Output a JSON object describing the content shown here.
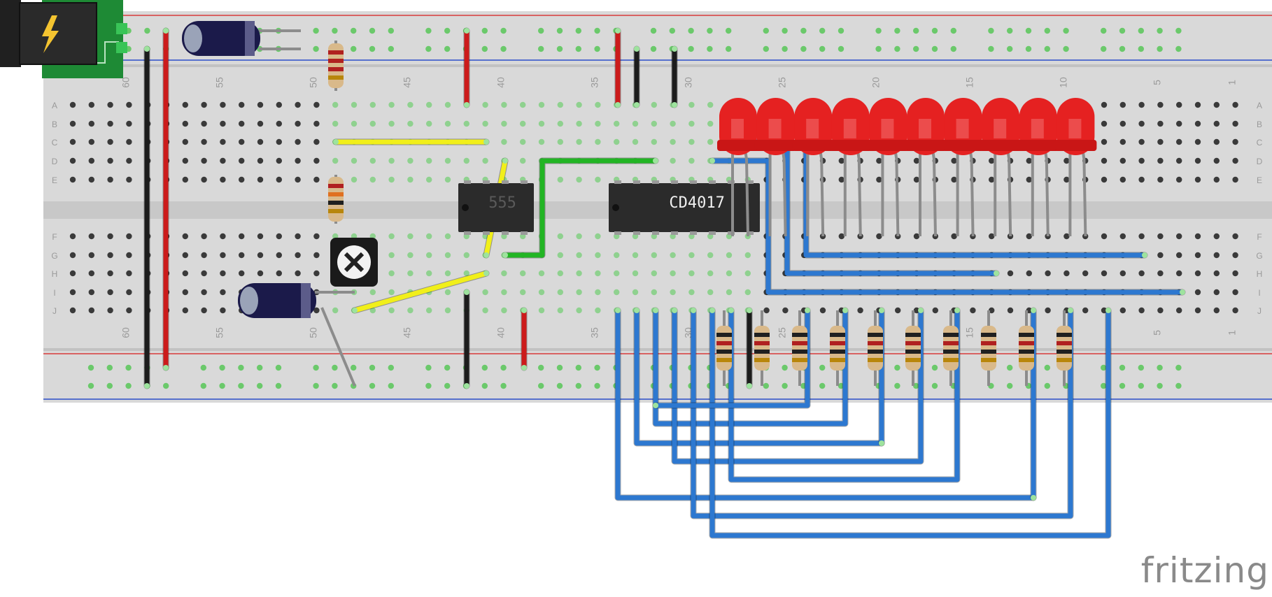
{
  "brand": "fritzing",
  "breadboard": {
    "columns": 63,
    "row_letters": [
      "A",
      "B",
      "C",
      "D",
      "E",
      "F",
      "G",
      "H",
      "I",
      "J"
    ],
    "column_number_labels": [
      "60",
      "55",
      "50",
      "45",
      "40",
      "35",
      "30",
      "25",
      "20",
      "15",
      "10",
      "5",
      "1"
    ]
  },
  "chips": [
    {
      "id": "timer",
      "label": "555"
    },
    {
      "id": "counter",
      "label": "CD4017"
    }
  ],
  "led_count": 10,
  "led_resistor_count": 10,
  "colors": {
    "board": "#d9d9d9",
    "rail_red": "#d73a3a",
    "rail_blue": "#2a4ec9",
    "wire_red": "#cc1b1b",
    "wire_black": "#1c1c1c",
    "wire_yellow": "#f1ef1a",
    "wire_green": "#22b524",
    "wire_blue": "#2d78d0",
    "led": "#e52121",
    "chip": "#2b2b2b",
    "power_module": "#1e8a35"
  },
  "icons": [
    "power-jack-icon",
    "lightning-icon",
    "potentiometer-icon"
  ]
}
